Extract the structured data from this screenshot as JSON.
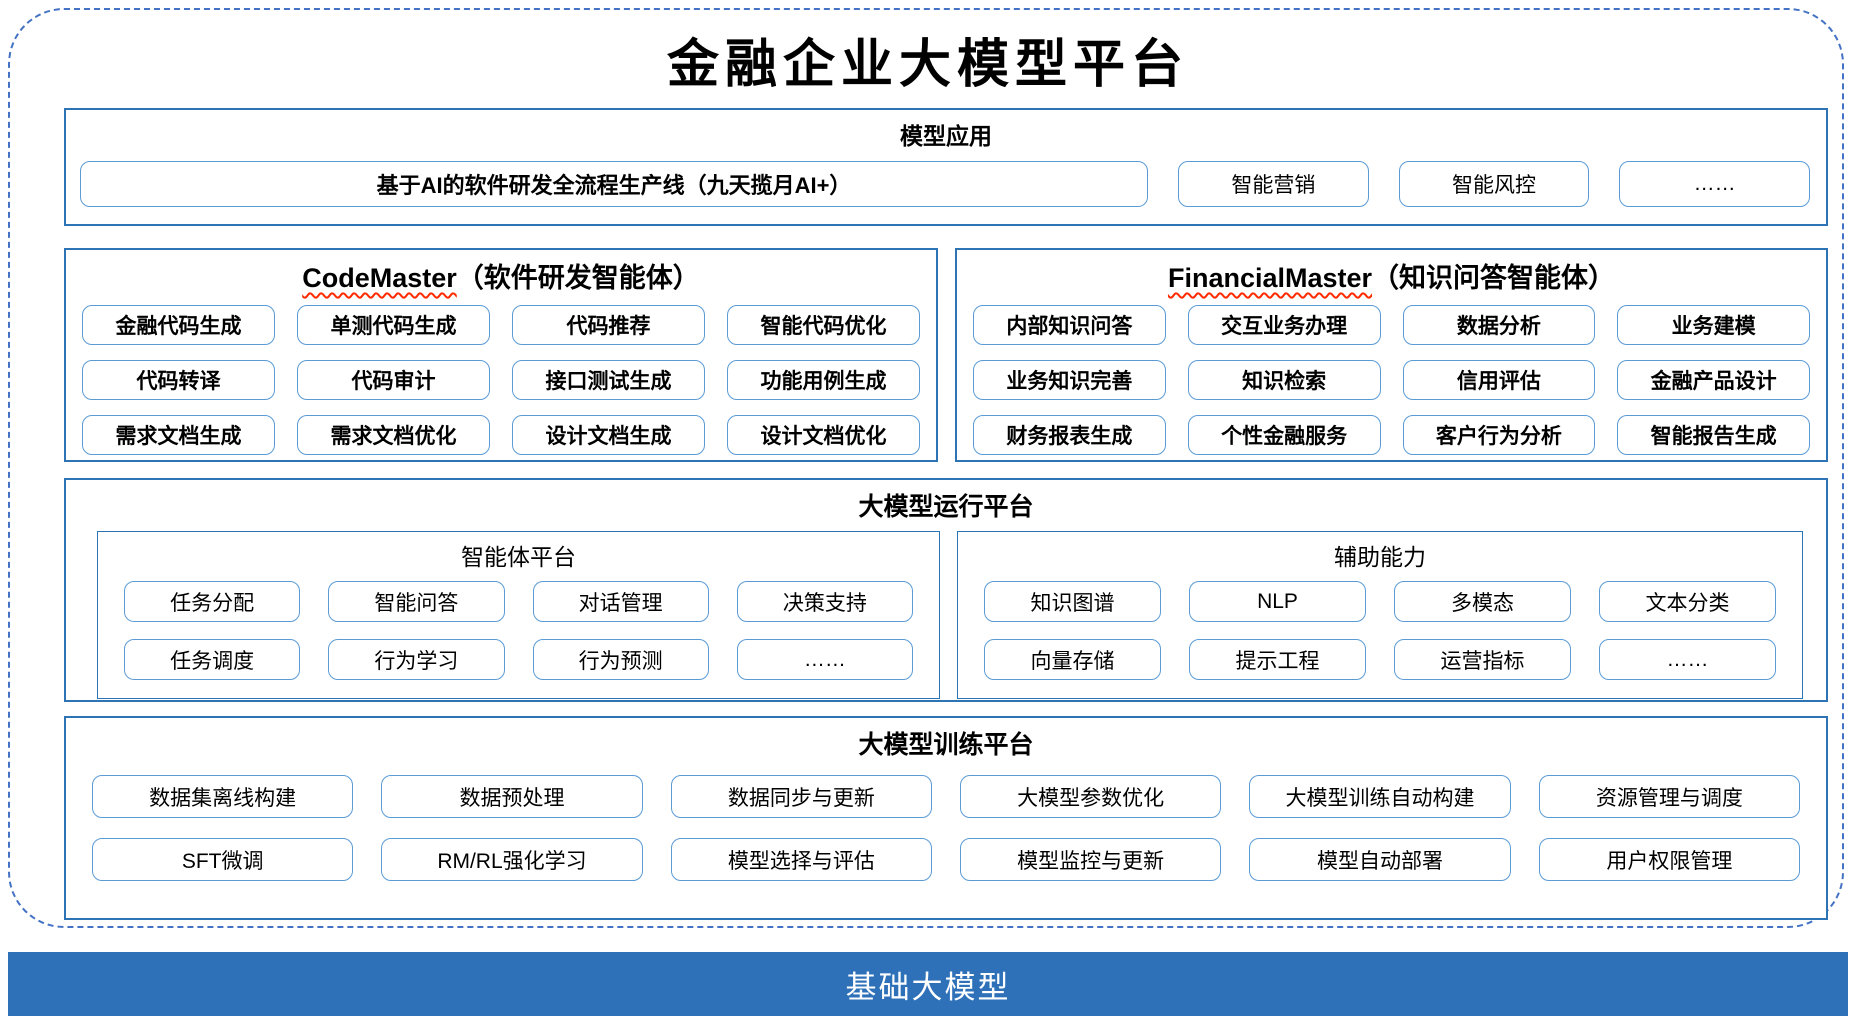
{
  "title": "金融企业大模型平台",
  "colors": {
    "outer_dashed_border": "#4472C4",
    "section_border": "#2E74B5",
    "item_border": "#5B9BD5",
    "foundation_bar_bg": "#2E71B8",
    "spellcheck_wave": "#FF2A00"
  },
  "sections": {
    "model_app": {
      "title": "模型应用",
      "main_item": "基于AI的软件研发全流程生产线（九天揽月AI+）",
      "items": [
        "智能营销",
        "智能风控",
        "……"
      ]
    },
    "codemaster": {
      "title_en": "CodeMaster",
      "title_zh": "（软件研发智能体）",
      "items": [
        "金融代码生成",
        "单测代码生成",
        "代码推荐",
        "智能代码优化",
        "代码转译",
        "代码审计",
        "接口测试生成",
        "功能用例生成",
        "需求文档生成",
        "需求文档优化",
        "设计文档生成",
        "设计文档优化"
      ]
    },
    "financialmaster": {
      "title_en": "FinancialMaster",
      "title_zh": "（知识问答智能体）",
      "items": [
        "内部知识问答",
        "交互业务办理",
        "数据分析",
        "业务建模",
        "业务知识完善",
        "知识检索",
        "信用评估",
        "金融产品设计",
        "财务报表生成",
        "个性金融服务",
        "客户行为分析",
        "智能报告生成"
      ]
    },
    "runtime": {
      "title": "大模型运行平台",
      "agent_platform": {
        "title": "智能体平台",
        "items": [
          "任务分配",
          "智能问答",
          "对话管理",
          "决策支持",
          "任务调度",
          "行为学习",
          "行为预测",
          "……"
        ]
      },
      "aux": {
        "title": "辅助能力",
        "items": [
          "知识图谱",
          "NLP",
          "多模态",
          "文本分类",
          "向量存储",
          "提示工程",
          "运营指标",
          "……"
        ]
      }
    },
    "training": {
      "title": "大模型训练平台",
      "items": [
        "数据集离线构建",
        "数据预处理",
        "数据同步与更新",
        "大模型参数优化",
        "大模型训练自动构建",
        "资源管理与调度",
        "SFT微调",
        "RM/RL强化学习",
        "模型选择与评估",
        "模型监控与更新",
        "模型自动部署",
        "用户权限管理"
      ]
    },
    "foundation": {
      "title": "基础大模型"
    }
  }
}
